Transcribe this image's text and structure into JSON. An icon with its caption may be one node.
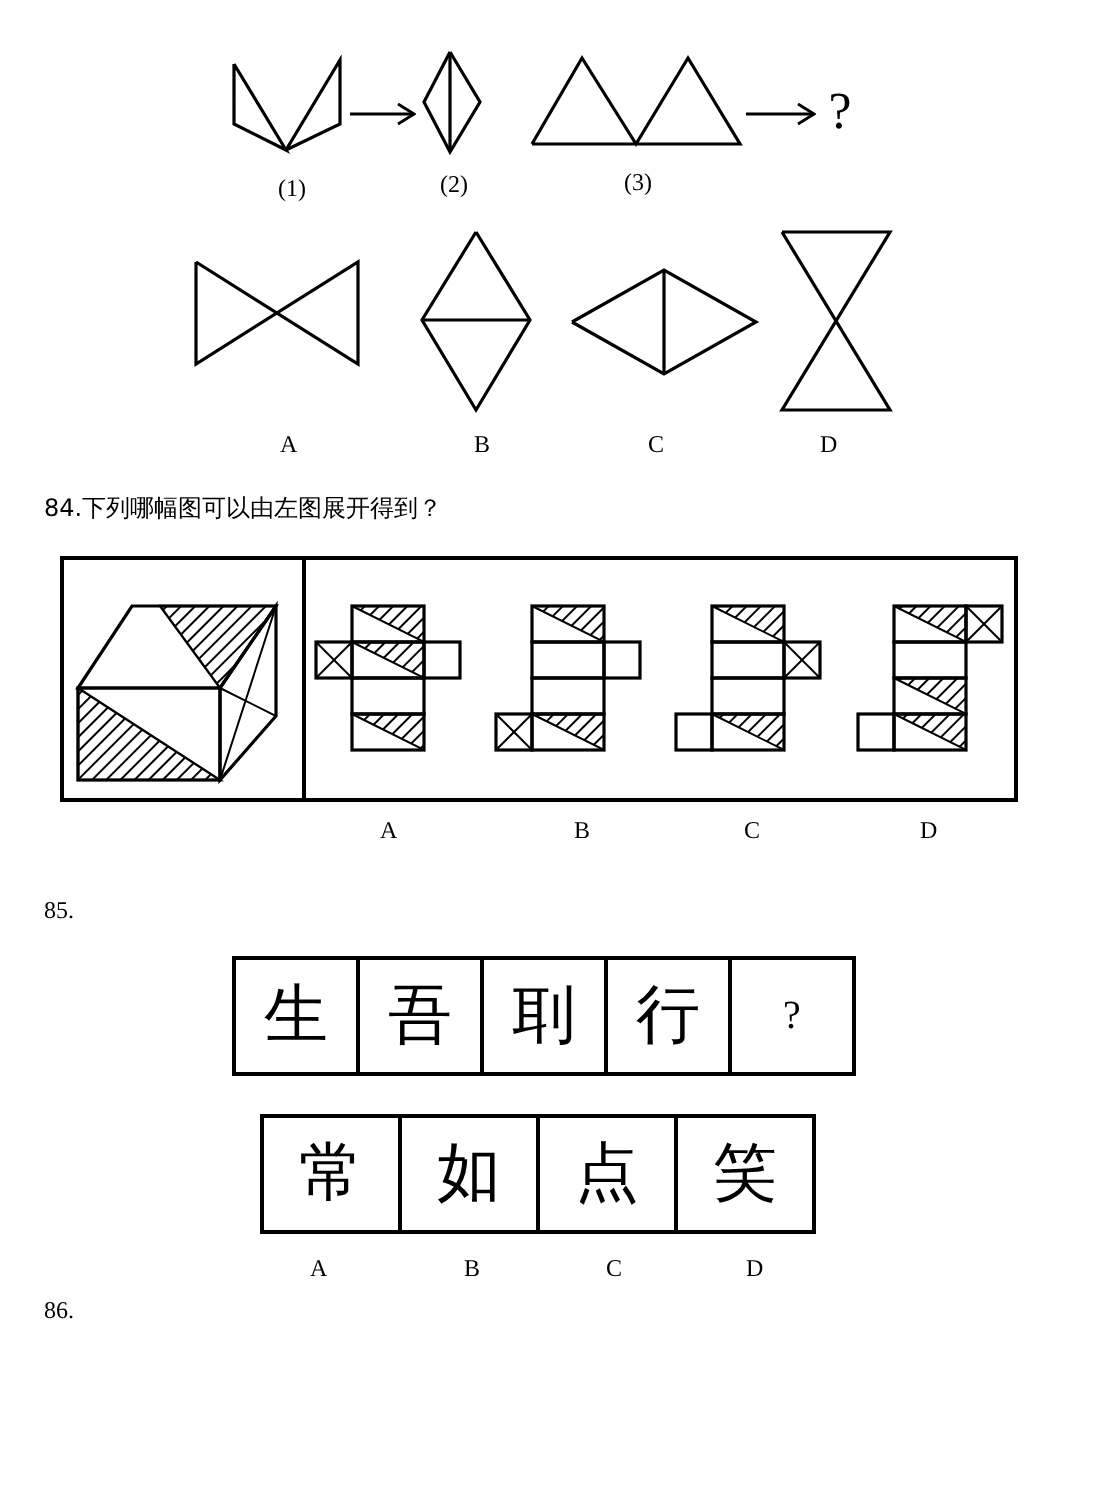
{
  "diagram": {
    "nodes": [
      {
        "text": [],
        "shape": "picture",
        "beside": [
          "(1)"
        ]
      },
      {
        "text": [],
        "shape": "picture",
        "beside": [
          "(2)"
        ]
      },
      {
        "text": [],
        "shape": "picture",
        "beside": [
          "(3)"
        ]
      },
      {
        "text": [
          "?"
        ]
      },
      {
        "text": [
          "生"
        ]
      },
      {
        "text": [
          "吾"
        ]
      },
      {
        "text": [
          "刵"
        ]
      },
      {
        "text": [
          "行"
        ]
      },
      {
        "text": [
          "?"
        ]
      },
      {
        "text": [
          "常"
        ]
      },
      {
        "text": [
          "如"
        ]
      },
      {
        "text": [
          "点"
        ]
      },
      {
        "text": [
          "笑"
        ]
      }
    ],
    "edges": [
      {
        "from": 0,
        "to": 1,
        "arrow": "to"
      },
      {
        "from": 2,
        "to": 3,
        "arrow": "to"
      }
    ],
    "labels": [
      "A",
      "B",
      "C",
      "D",
      "84.下列哪幅图可以由左图展开得到？",
      "A",
      "B",
      "C",
      "D",
      "85.",
      "A",
      "B",
      "C",
      "D",
      "86."
    ]
  }
}
